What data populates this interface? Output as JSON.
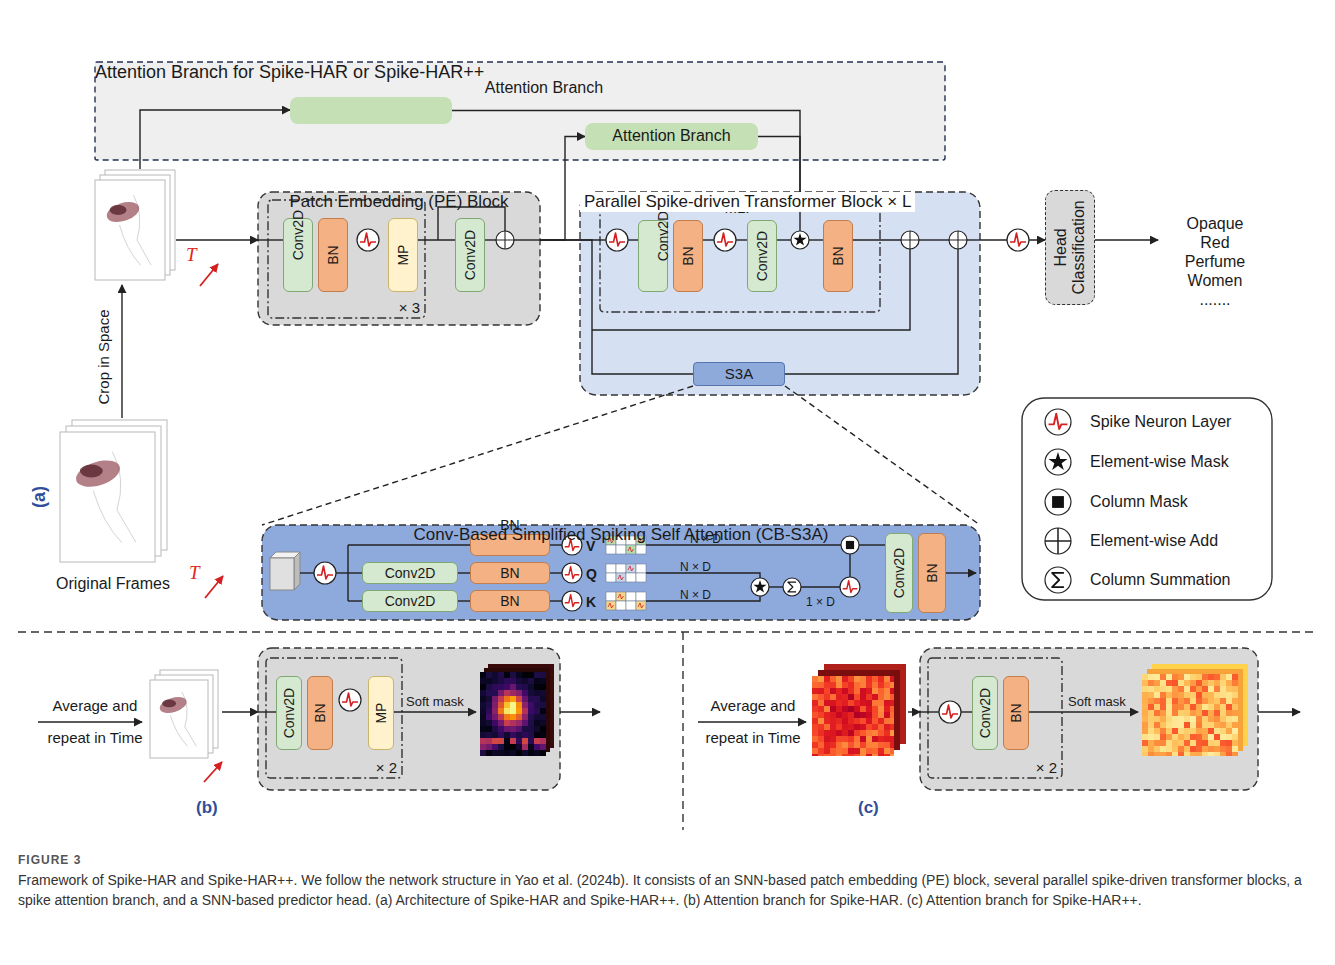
{
  "diagram": {
    "caption": "Framework of Spike-HAR and Spike-HAR++. We follow the network structure in Yao et al. (2024b). It consists of an SNN-based patch embedding (PE) block, several parallel spike-driven transformer blocks, a spike attention branch, and a SNN-based predictor head. (a) Architecture of Spike-HAR and Spike-HAR++. (b) Attention branch for Spike-HAR. (c) Attention branch for Spike-HAR++.",
    "nodes": [
      {
        "text": [
          "Attention Branch for Spike-HAR or Spike-HAR++"
        ]
      },
      {
        "text": [
          "Attention Branch"
        ],
        "in": 0
      },
      {
        "text": [
          "Attention Branch"
        ],
        "in": 0
      },
      {
        "text": [
          "Patch Embedding (PE) Block"
        ]
      },
      {
        "text": [
          "× 3"
        ],
        "in": 3
      },
      {
        "text": [
          "Conv2D"
        ],
        "in": 4
      },
      {
        "text": [
          "BN"
        ],
        "in": 4
      },
      {
        "text": [
          "MP"
        ],
        "in": 4
      },
      {
        "text": [
          "Conv2D"
        ],
        "in": 3
      },
      {
        "text": [
          "Parallel Spike-driven Transformer Block × L"
        ]
      },
      {
        "text": [
          "MLP"
        ],
        "in": 9
      },
      {
        "text": [
          "Conv2D"
        ],
        "in": 10
      },
      {
        "text": [
          "BN"
        ],
        "in": 10
      },
      {
        "text": [
          "Conv2D"
        ],
        "in": 10
      },
      {
        "text": [
          "BN"
        ],
        "in": 10
      },
      {
        "text": [
          "S3A"
        ],
        "in": 9
      },
      {
        "text": [
          "Head Classification"
        ]
      },
      {
        "text": [
          "Conv-Based Simplified Spiking Self Attention (CB-S3A)"
        ]
      },
      {
        "text": [
          "BN"
        ],
        "in": 17
      },
      {
        "text": [
          "Conv2D"
        ],
        "in": 17
      },
      {
        "text": [
          "BN"
        ],
        "in": 17
      },
      {
        "text": [
          "Conv2D"
        ],
        "in": 17
      },
      {
        "text": [
          "BN"
        ],
        "in": 17
      },
      {
        "text": [
          "Conv2D"
        ],
        "in": 17
      },
      {
        "text": [
          "BN"
        ],
        "in": 17
      },
      {
        "text": [
          "× 2"
        ]
      },
      {
        "text": [
          "Conv2D"
        ],
        "in": 25
      },
      {
        "text": [
          "BN"
        ],
        "in": 25
      },
      {
        "text": [
          "MP"
        ],
        "in": 25
      },
      {
        "text": [
          "× 2"
        ]
      },
      {
        "text": [
          "Conv2D"
        ],
        "in": 29
      },
      {
        "text": [
          "BN"
        ],
        "in": 29
      }
    ],
    "edges": [
      {
        "from": 1,
        "to": 10,
        "arrow": "none"
      },
      {
        "from": 2,
        "to": 10,
        "arrow": "none"
      },
      {
        "from": 3,
        "to": 2,
        "arrow": "to"
      },
      {
        "from": 3,
        "to": 10,
        "arrow": "none"
      },
      {
        "from": 3,
        "to": 15,
        "arrow": "none"
      },
      {
        "from": 7,
        "to": 8,
        "arrow": "none"
      },
      {
        "from": 9,
        "to": 16,
        "arrow": "to"
      },
      {
        "from": 15,
        "to": 17,
        "arrow": "none"
      },
      {
        "from": 15,
        "to": 17,
        "arrow": "none"
      }
    ],
    "labels": [
      "Crop in Space",
      "T",
      "Original Frames",
      "T",
      "(a)",
      "Opaque",
      "Red",
      "Perfume",
      "Women",
      ".......",
      "V",
      "N × D",
      "Q",
      "N × D",
      "K",
      "N × D",
      "1 × D",
      "Average and repeat in Time",
      "Soft mask",
      "(b)",
      "Average and repeat in Time",
      "Soft mask",
      "(c)",
      "FIGURE 3"
    ],
    "legend": [
      {
        "text": "Spike Neuron Layer"
      },
      {
        "text": "Element-wise Mask"
      },
      {
        "text": "Column Mask"
      },
      {
        "text": "Element-wise Add"
      },
      {
        "text": "Column Summation"
      }
    ]
  }
}
